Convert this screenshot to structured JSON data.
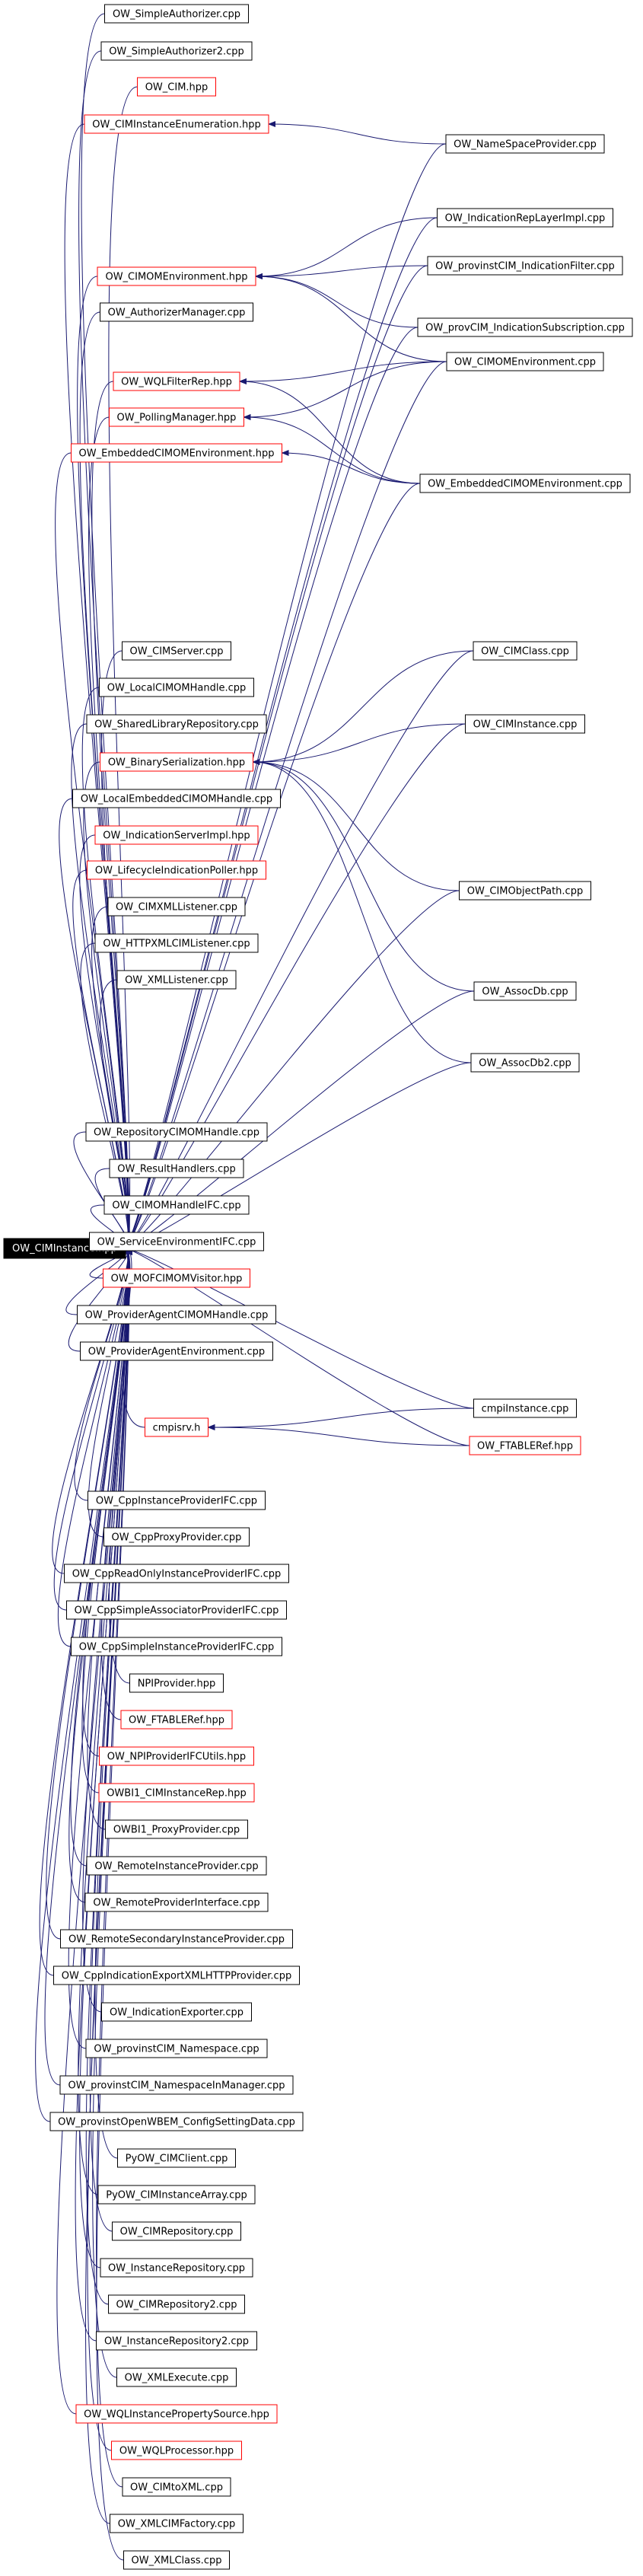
{
  "colors": {
    "edge": "#191970",
    "root_fill": "#000000",
    "root_text": "#ffffff",
    "node_border": "#000000",
    "incomplete_border": "#ff0000",
    "background": "#ffffff"
  },
  "root": {
    "label": "OW_CIMInstance.hpp"
  },
  "nodes": [
    {
      "id": "n1",
      "label": "OW_SimpleAuthorizer.cpp",
      "border": "black"
    },
    {
      "id": "n2",
      "label": "OW_SimpleAuthorizer2.cpp",
      "border": "black"
    },
    {
      "id": "n3",
      "label": "OW_CIM.hpp",
      "border": "red"
    },
    {
      "id": "n4",
      "label": "OW_CIMInstanceEnumeration.hpp",
      "border": "red"
    },
    {
      "id": "n5",
      "label": "OW_NameSpaceProvider.cpp",
      "border": "black"
    },
    {
      "id": "n6",
      "label": "OW_IndicationRepLayerImpl.cpp",
      "border": "black"
    },
    {
      "id": "n7",
      "label": "OW_CIMOMEnvironment.hpp",
      "border": "red"
    },
    {
      "id": "n8",
      "label": "OW_provinstCIM_IndicationFilter.cpp",
      "border": "black"
    },
    {
      "id": "n9",
      "label": "OW_AuthorizerManager.cpp",
      "border": "black"
    },
    {
      "id": "n10",
      "label": "OW_provCIM_IndicationSubscription.cpp",
      "border": "black"
    },
    {
      "id": "n11",
      "label": "OW_WQLFilterRep.hpp",
      "border": "red"
    },
    {
      "id": "n12",
      "label": "OW_CIMOMEnvironment.cpp",
      "border": "black"
    },
    {
      "id": "n13",
      "label": "OW_PollingManager.hpp",
      "border": "red"
    },
    {
      "id": "n14",
      "label": "OW_EmbeddedCIMOMEnvironment.cpp",
      "border": "black"
    },
    {
      "id": "n15",
      "label": "OW_EmbeddedCIMOMEnvironment.hpp",
      "border": "red"
    },
    {
      "id": "n16",
      "label": "OW_CIMClass.cpp",
      "border": "black"
    },
    {
      "id": "n17",
      "label": "OW_CIMServer.cpp",
      "border": "black"
    },
    {
      "id": "n18",
      "label": "OW_LocalCIMOMHandle.cpp",
      "border": "black"
    },
    {
      "id": "n19",
      "label": "OW_SharedLibraryRepository.cpp",
      "border": "black"
    },
    {
      "id": "n20",
      "label": "OW_CIMInstance.cpp",
      "border": "black"
    },
    {
      "id": "n21",
      "label": "OW_BinarySerialization.hpp",
      "border": "red"
    },
    {
      "id": "n22",
      "label": "OW_LocalEmbeddedCIMOMHandle.cpp",
      "border": "black"
    },
    {
      "id": "n23",
      "label": "OW_IndicationServerImpl.hpp",
      "border": "red"
    },
    {
      "id": "n24",
      "label": "OW_LifecycleIndicationPoller.hpp",
      "border": "red"
    },
    {
      "id": "n25",
      "label": "OW_CIMObjectPath.cpp",
      "border": "black"
    },
    {
      "id": "n26",
      "label": "OW_CIMXMLListener.cpp",
      "border": "black"
    },
    {
      "id": "n27",
      "label": "OW_HTTPXMLCIMListener.cpp",
      "border": "black"
    },
    {
      "id": "n28",
      "label": "OW_XMLListener.cpp",
      "border": "black"
    },
    {
      "id": "n29",
      "label": "OW_AssocDb.cpp",
      "border": "black"
    },
    {
      "id": "n30",
      "label": "OW_AssocDb2.cpp",
      "border": "black"
    },
    {
      "id": "n31",
      "label": "OW_RepositoryCIMOMHandle.cpp",
      "border": "black"
    },
    {
      "id": "n32",
      "label": "OW_ResultHandlers.cpp",
      "border": "black"
    },
    {
      "id": "n33",
      "label": "OW_CIMOMHandleIFC.cpp",
      "border": "black"
    },
    {
      "id": "n34",
      "label": "OW_ServiceEnvironmentIFC.cpp",
      "border": "black"
    },
    {
      "id": "n35",
      "label": "OW_MOFCIMOMVisitor.hpp",
      "border": "red"
    },
    {
      "id": "n36",
      "label": "OW_ProviderAgentCIMOMHandle.cpp",
      "border": "black"
    },
    {
      "id": "n37",
      "label": "OW_ProviderAgentEnvironment.cpp",
      "border": "black"
    },
    {
      "id": "n38",
      "label": "cmpiInstance.cpp",
      "border": "black"
    },
    {
      "id": "n39",
      "label": "cmpisrv.h",
      "border": "red"
    },
    {
      "id": "n40",
      "label": "OW_FTABLERef.hpp",
      "border": "red"
    },
    {
      "id": "n41",
      "label": "OW_CppInstanceProviderIFC.cpp",
      "border": "black"
    },
    {
      "id": "n42",
      "label": "OW_CppProxyProvider.cpp",
      "border": "black"
    },
    {
      "id": "n43",
      "label": "OW_CppReadOnlyInstanceProviderIFC.cpp",
      "border": "black"
    },
    {
      "id": "n44",
      "label": "OW_CppSimpleAssociatorProviderIFC.cpp",
      "border": "black"
    },
    {
      "id": "n45",
      "label": "OW_CppSimpleInstanceProviderIFC.cpp",
      "border": "black"
    },
    {
      "id": "n46",
      "label": "NPIProvider.hpp",
      "border": "black"
    },
    {
      "id": "n47",
      "label": "OW_FTABLERef.hpp",
      "border": "red"
    },
    {
      "id": "n48",
      "label": "OW_NPIProviderIFCUtils.hpp",
      "border": "red"
    },
    {
      "id": "n49",
      "label": "OWBI1_CIMInstanceRep.hpp",
      "border": "red"
    },
    {
      "id": "n50",
      "label": "OWBI1_ProxyProvider.cpp",
      "border": "black"
    },
    {
      "id": "n51",
      "label": "OW_RemoteInstanceProvider.cpp",
      "border": "black"
    },
    {
      "id": "n52",
      "label": "OW_RemoteProviderInterface.cpp",
      "border": "black"
    },
    {
      "id": "n53",
      "label": "OW_RemoteSecondaryInstanceProvider.cpp",
      "border": "black"
    },
    {
      "id": "n54",
      "label": "OW_CppIndicationExportXMLHTTPProvider.cpp",
      "border": "black"
    },
    {
      "id": "n55",
      "label": "OW_IndicationExporter.cpp",
      "border": "black"
    },
    {
      "id": "n56",
      "label": "OW_provinstCIM_Namespace.cpp",
      "border": "black"
    },
    {
      "id": "n57",
      "label": "OW_provinstCIM_NamespaceInManager.cpp",
      "border": "black"
    },
    {
      "id": "n58",
      "label": "OW_provinstOpenWBEM_ConfigSettingData.cpp",
      "border": "black"
    },
    {
      "id": "n59",
      "label": "PyOW_CIMClient.cpp",
      "border": "black"
    },
    {
      "id": "n60",
      "label": "PyOW_CIMInstanceArray.cpp",
      "border": "black"
    },
    {
      "id": "n61",
      "label": "OW_CIMRepository.cpp",
      "border": "black"
    },
    {
      "id": "n62",
      "label": "OW_InstanceRepository.cpp",
      "border": "black"
    },
    {
      "id": "n63",
      "label": "OW_CIMRepository2.cpp",
      "border": "black"
    },
    {
      "id": "n64",
      "label": "OW_InstanceRepository2.cpp",
      "border": "black"
    },
    {
      "id": "n65",
      "label": "OW_XMLExecute.cpp",
      "border": "black"
    },
    {
      "id": "n66",
      "label": "OW_WQLInstancePropertySource.hpp",
      "border": "red"
    },
    {
      "id": "n67",
      "label": "OW_WQLProcessor.hpp",
      "border": "red"
    },
    {
      "id": "n68",
      "label": "OW_CIMtoXML.cpp",
      "border": "black"
    },
    {
      "id": "n69",
      "label": "OW_XMLCIMFactory.cpp",
      "border": "black"
    },
    {
      "id": "n70",
      "label": "OW_XMLClass.cpp",
      "border": "black"
    }
  ],
  "edges": [
    [
      "n4",
      "n5"
    ],
    [
      "n7",
      "n6"
    ],
    [
      "n7",
      "n8"
    ],
    [
      "n7",
      "n10"
    ],
    [
      "n7",
      "n12"
    ],
    [
      "n11",
      "n12"
    ],
    [
      "n11",
      "n14"
    ],
    [
      "n13",
      "n12"
    ],
    [
      "n13",
      "n14"
    ],
    [
      "n15",
      "n14"
    ],
    [
      "n21",
      "n16"
    ],
    [
      "n21",
      "n20"
    ],
    [
      "n21",
      "n25"
    ],
    [
      "n21",
      "n29"
    ],
    [
      "n21",
      "n30"
    ],
    [
      "n39",
      "n38"
    ],
    [
      "n39",
      "n40"
    ]
  ]
}
